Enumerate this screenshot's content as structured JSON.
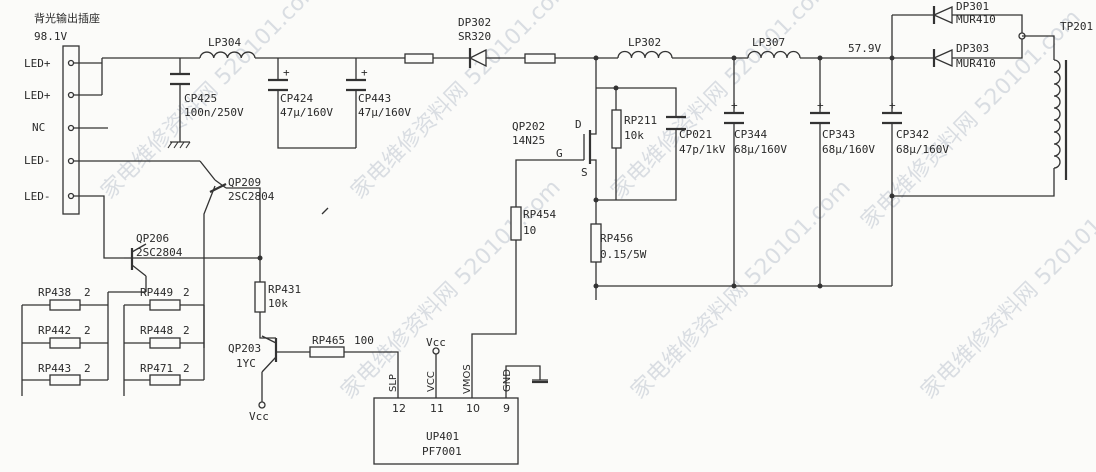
{
  "watermark": "家电维修资料网 520101.com",
  "connector": {
    "title": "背光输出插座",
    "voltage": "98.1V",
    "pins": [
      "LED+",
      "LED+",
      "NC",
      "LED-",
      "LED-"
    ]
  },
  "labels": {
    "LP304": "LP304",
    "CP425": "CP425",
    "CP425v": "100n/250V",
    "CP424": "CP424",
    "CP424v": "47μ/160V",
    "CP443": "CP443",
    "CP443v": "47μ/160V",
    "DP302": "DP302",
    "DP302v": "SR320",
    "LP302": "LP302",
    "LP307": "LP307",
    "v579": "57.9V",
    "DP301": "DP301",
    "DP301v": "MUR410",
    "DP303": "DP303",
    "DP303v": "MUR410",
    "TP201": "TP201",
    "QP202": "QP202",
    "QP202v": "14N25",
    "D": "D",
    "G": "G",
    "S": "S",
    "RP211": "RP211",
    "RP211v": "10k",
    "CP021": "CP021",
    "CP021v": "47p/1kV",
    "CP344": "CP344",
    "CP344v": "68μ/160V",
    "CP343": "CP343",
    "CP343v": "68μ/160V",
    "CP342": "CP342",
    "CP342v": "68μ/160V",
    "RP454": "RP454",
    "RP454v": "10",
    "RP456": "RP456",
    "RP456v": "0.15/5W",
    "QP209": "QP209",
    "QP209v": "2SC2804",
    "QP206": "QP206",
    "QP206v": "2SC2804",
    "RP438": "RP438",
    "RP438v": "2",
    "RP442": "RP442",
    "RP442v": "2",
    "RP443": "RP443",
    "RP443v": "2",
    "RP449": "RP449",
    "RP449v": "2",
    "RP448": "RP448",
    "RP448v": "2",
    "RP471": "RP471",
    "RP471v": "2",
    "RP431": "RP431",
    "RP431v": "10k",
    "QP203": "QP203",
    "QP203v": "1YC",
    "vccQ": "Vcc",
    "RP465": "RP465",
    "RP465v": "100",
    "vccU": "Vcc"
  },
  "ic": {
    "ref": "UP401",
    "part": "PF7001",
    "pin_names": [
      "SLP",
      "VCC",
      "VMOS",
      "GND"
    ],
    "pin_numbers": [
      "12",
      "11",
      "10",
      "9"
    ]
  }
}
